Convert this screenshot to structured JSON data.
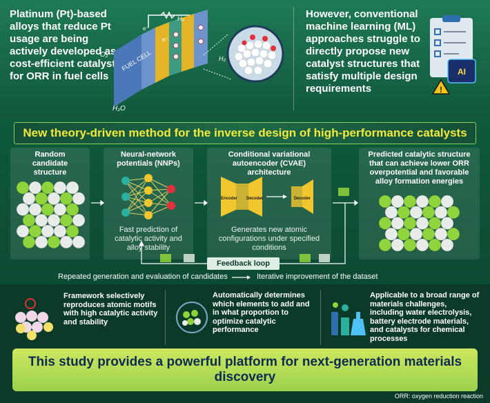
{
  "intro": {
    "left_text": "Platinum (Pt)-based alloys that reduce Pt usage are being actively developed as cost-efficient catalysts for ORR in fuel cells",
    "right_text": "However, conventional machine learning (ML) approaches struggle to directly propose new catalyst structures that satisfy multiple design requirements",
    "fuel_cell_label": "FUEL CELL",
    "ai_label": "AI",
    "labels": {
      "o2": "O₂",
      "h2o": "H₂O",
      "h2_top": "H₂",
      "h2_side": "H₂",
      "e1": "e⁻",
      "e2": "e⁻"
    }
  },
  "banner": "New theory-driven method for the inverse design of high-performance catalysts",
  "workflow": {
    "random": {
      "title": "Random candidate structure"
    },
    "nnp": {
      "title": "Neural-network potentials (NNPs)",
      "desc": "Fast prediction of catalytic activity and alloy stability"
    },
    "cvae": {
      "title": "Conditional variational autoencoder (CVAE) architecture",
      "encoder": "Encoder",
      "decoder": "Decoder",
      "decoder2": "Decoder",
      "desc": "Generates new atomic configurations under specified conditions"
    },
    "predicted": {
      "title": "Predicted catalytic structure that can achieve lower ORR overpotential and favorable alloy formation energies"
    },
    "feedback": "Feedback loop",
    "repeated": "Repeated generation and evaluation of candidates",
    "iterative": "Iterative improvement of the dataset"
  },
  "features": [
    {
      "text": "Framework selectively reproduces atomic motifs with high catalytic activity and stability"
    },
    {
      "text": "Automatically determines which elements to add and in what proportion to optimize catalytic performance"
    },
    {
      "text": "Applicable to a broad range of materials challenges, including water electrolysis, battery electrode materials, and catalysts for chemical processes"
    }
  ],
  "conclusion": "This study provides a powerful platform for next-generation materials discovery",
  "footnote": "ORR: oxygen reduction reaction",
  "colors": {
    "banner_text": "#f2ea3c",
    "accent_green": "#8fd05a",
    "conclusion_text": "#0d2a52",
    "atom_green": "#8fd43c",
    "atom_white": "#e8ece9",
    "atom_red": "#e0303a"
  }
}
